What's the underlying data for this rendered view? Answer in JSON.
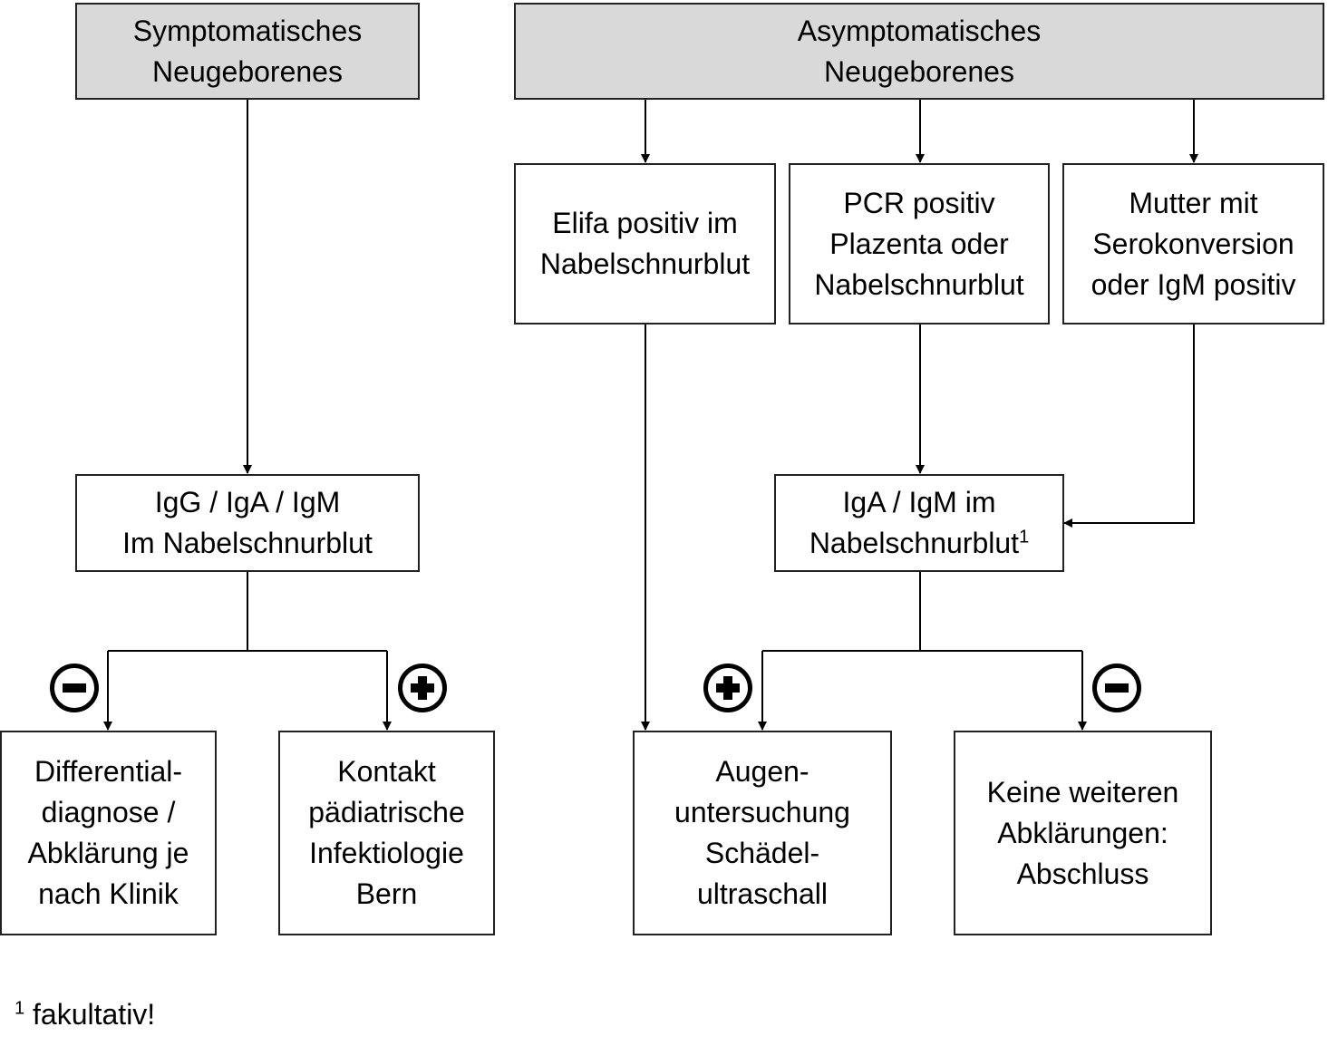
{
  "headers": {
    "symptomatic": "Symptomatisches\nNeugeborenes",
    "asymptomatic": "Asymptomatisches\nNeugeborenes"
  },
  "tests": {
    "elifa": "Elifa positiv im\nNabelschnurblut",
    "pcr": "PCR positiv\nPlazenta oder\nNabelschnurblut",
    "mother": "Mutter mit\nSerokonversion\noder IgM positiv"
  },
  "serology": {
    "symptomatic": "IgG / IgA / IgM\nIm Nabelschnurblut",
    "asymptomatic_line1": "IgA / IgM im",
    "asymptomatic_line2": "Nabelschnurblut",
    "asymptomatic_sup": "1"
  },
  "outcomes": {
    "differential": "Differential-\ndiagnose /\nAbklärung je\nnach Klinik",
    "contact": "Kontakt\npädiatrische\nInfektiologie\nBern",
    "eye": "Augen-\nuntersuchung\nSchädel-\nultraschall",
    "none": "Keine weiteren\nAbklärungen:\nAbschluss"
  },
  "signs": {
    "sym_neg": "minus",
    "sym_pos": "plus",
    "asym_pos": "plus",
    "asym_neg": "minus"
  },
  "footnote": {
    "marker": "1",
    "text": " fakultativ!"
  }
}
